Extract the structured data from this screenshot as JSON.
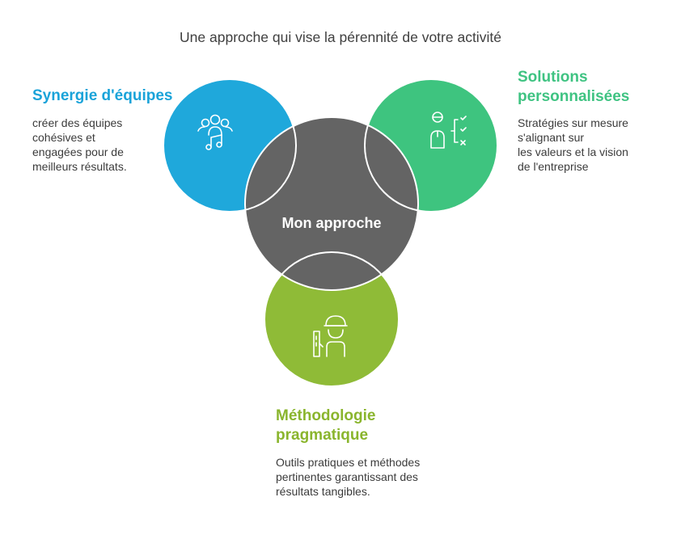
{
  "title": "Une approche qui vise la pérennité de votre activité",
  "center": {
    "label": "Mon approche"
  },
  "colors": {
    "blue": "#1fa8db",
    "green": "#3ec47f",
    "olive": "#8fbb37",
    "center": "#646464"
  },
  "items": [
    {
      "key": "blue",
      "heading": "Synergie d'équipes",
      "lines": [
        "créer des équipes",
        "cohésives et",
        "engagées pour de",
        "meilleurs résultats."
      ],
      "icon": "team-music-icon"
    },
    {
      "key": "green",
      "heading_lines": [
        "Solutions",
        "personnalisées"
      ],
      "lines": [
        "Stratégies sur mesure",
        "s'alignant sur",
        "les valeurs et la vision",
        "de l'entreprise"
      ],
      "icon": "person-checklist-icon"
    },
    {
      "key": "olive",
      "heading_lines": [
        "Méthodologie",
        "pragmatique"
      ],
      "lines": [
        "Outils pratiques et méthodes",
        "pertinentes garantissant des",
        "résultats tangibles."
      ],
      "icon": "worker-tool-icon"
    }
  ]
}
